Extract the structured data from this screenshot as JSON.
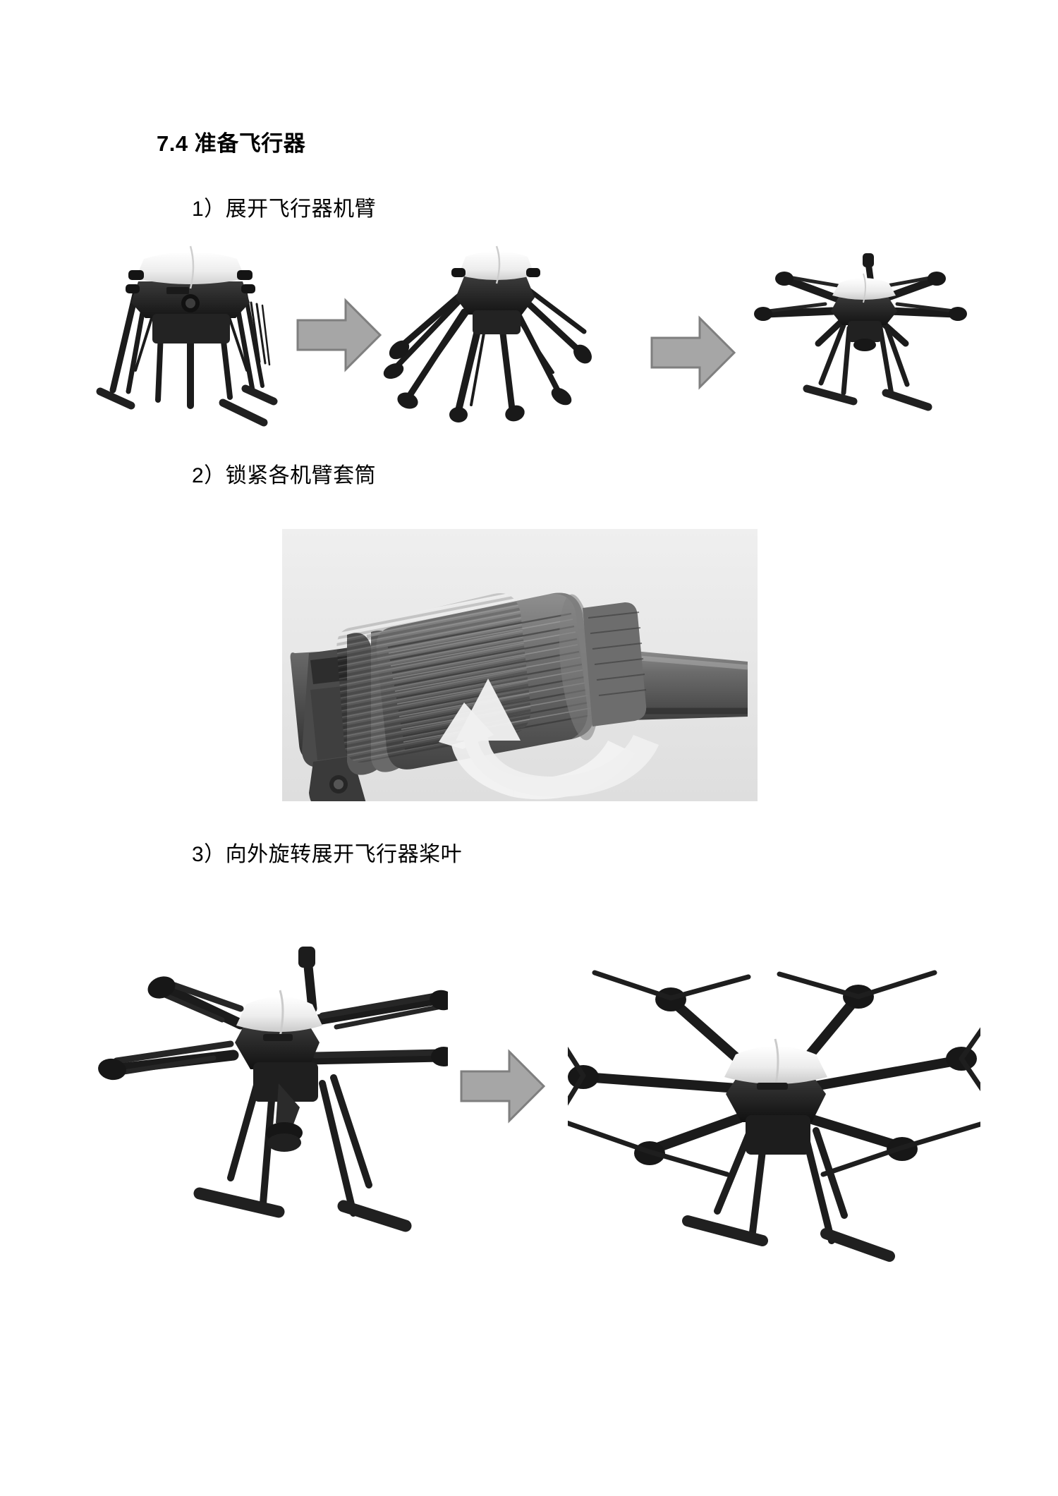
{
  "document": {
    "heading": "7.4 准备飞行器",
    "steps": [
      {
        "label": "1）展开飞行器机臂",
        "figures": [
          {
            "name": "drone-folded",
            "caption": ""
          },
          {
            "name": "arrow-right",
            "caption": ""
          },
          {
            "name": "drone-arms-half-unfolded",
            "caption": ""
          },
          {
            "name": "arrow-right",
            "caption": ""
          },
          {
            "name": "drone-arms-unfolded",
            "caption": ""
          }
        ]
      },
      {
        "label": "2）锁紧各机臂套筒",
        "figures": [
          {
            "name": "arm-sleeve-photo",
            "caption": ""
          }
        ]
      },
      {
        "label": "3）向外旋转展开飞行器桨叶",
        "figures": [
          {
            "name": "drone-propellers-folded",
            "caption": ""
          },
          {
            "name": "arrow-right",
            "caption": ""
          },
          {
            "name": "drone-propellers-unfolded",
            "caption": ""
          }
        ]
      }
    ]
  },
  "icons": {
    "arrow_right": "arrow-right-icon",
    "rotate_arrow": "rotate-arrow-icon"
  },
  "colors": {
    "page_background": "#ffffff",
    "text": "#000000",
    "arrow_fill": "#a6a6a6",
    "arrow_stroke": "#7f7f7f",
    "photo_background": "#e9e9e9",
    "drone_body_white": "#f4f4f4",
    "drone_body_dark": "#2a2a2a",
    "drone_arm": "#1c1c1c",
    "rotate_arrow": "#f2f2f2"
  }
}
